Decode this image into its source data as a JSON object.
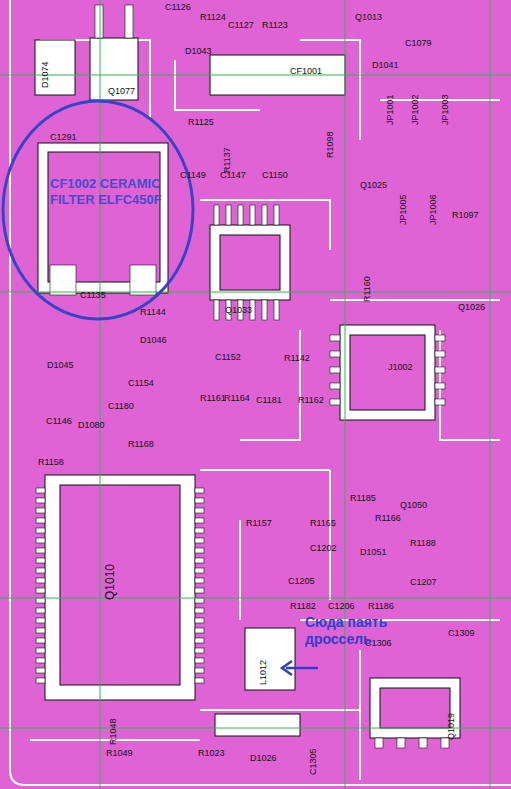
{
  "diagram": {
    "nodes": [
      {
        "text": [
          "CF1002 CERAMIC FILTER ELFC450F"
        ]
      }
    ],
    "labels": [
      "D1074",
      "Q1077",
      "C1126",
      "R1124",
      "C1127",
      "R1123",
      "Q1013",
      "C1079",
      "D1043",
      "CF1001",
      "D1041",
      "JP1001",
      "JP1002",
      "JP1003",
      "R1125",
      "C1291",
      "R1137",
      "R1098",
      "C1149",
      "C1147",
      "C1150",
      "Q1025",
      "JP1005",
      "JP1006",
      "R1097",
      "Q1033",
      "C1135",
      "R1144",
      "R1160",
      "Q1026",
      "D1046",
      "D1045",
      "C1152",
      "R1142",
      "J1002",
      "C1154",
      "R1161",
      "R1164",
      "C1181",
      "R1162",
      "C1180",
      "C1146",
      "D1080",
      "R1168",
      "R1158",
      "Q1010",
      "R1157",
      "R1165",
      "R1185",
      "R1166",
      "Q1050",
      "C1202",
      "D1051",
      "R1188",
      "C1207",
      "C1205",
      "R1182",
      "C1206",
      "R1186",
      "C1306",
      "C1309",
      "L1012",
      "Q1019",
      "R1049",
      "R1023",
      "D1026",
      "C1305",
      "R1048",
      "Сюда паять дроссель"
    ]
  }
}
